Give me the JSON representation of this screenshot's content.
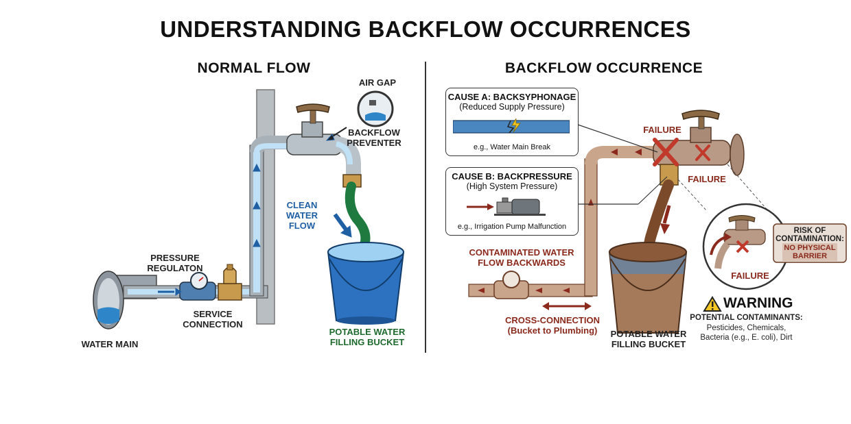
{
  "title": "UNDERSTANDING BACKFLOW OCCURRENCES",
  "normal": {
    "heading": "NORMAL FLOW",
    "air_gap": "AIR GAP",
    "backflow_preventer": [
      "BACKFLOW",
      "PREVENTER"
    ],
    "clean_water_flow": [
      "CLEAN",
      "WATER",
      "FLOW"
    ],
    "pressure_regulator": [
      "PRESSURE",
      "REGULATON"
    ],
    "service_connection": [
      "SERVICE",
      "CONNECTION"
    ],
    "water_main": "WATER MAIN",
    "potable_bucket": [
      "POTABLE WATER",
      "FILLING BUCKET"
    ]
  },
  "backflow": {
    "heading": "BACKFLOW OCCURRENCE",
    "cause_a": {
      "title": "CAUSE A: BACKSYPHONAGE",
      "subtitle": "(Reduced Supply Pressure)",
      "example": "e.g., Water Main Break"
    },
    "cause_b": {
      "title": "CAUSE B: BACKPRESSURE",
      "subtitle": "(High System Pressure)",
      "example": "e.g., Irrigation Pump Malfunction"
    },
    "failure_1": "FAILURE",
    "failure_2": "FAILURE",
    "failure_3": "FAILURE",
    "contaminated_flow": [
      "CONTAMINATED WATER",
      "FLOW BACKWARDS"
    ],
    "cross_connection": [
      "CROSS-CONNECTION",
      "(Bucket to Plumbing)"
    ],
    "potable_bucket": [
      "POTABLE WATER",
      "FILLING BUCKET"
    ],
    "risk": [
      "RISK OF",
      "CONTAMINATION:"
    ],
    "risk_detail": [
      "NO PHYSICAL",
      "BARRIER"
    ],
    "warning": {
      "title": "WARNING",
      "subtitle": "POTENTIAL CONTAMINANTS:",
      "items": [
        "Pesticides, Chemicals,",
        "Bacteria (e.g., E. coli), Dirt"
      ]
    }
  },
  "colors": {
    "clean_water": "#2e86c9",
    "dirty_water": "#8b5a3c",
    "failure_red": "#c0392b",
    "green_hose": "#1f7a3f",
    "bucket_blue": "#2c72c0"
  }
}
